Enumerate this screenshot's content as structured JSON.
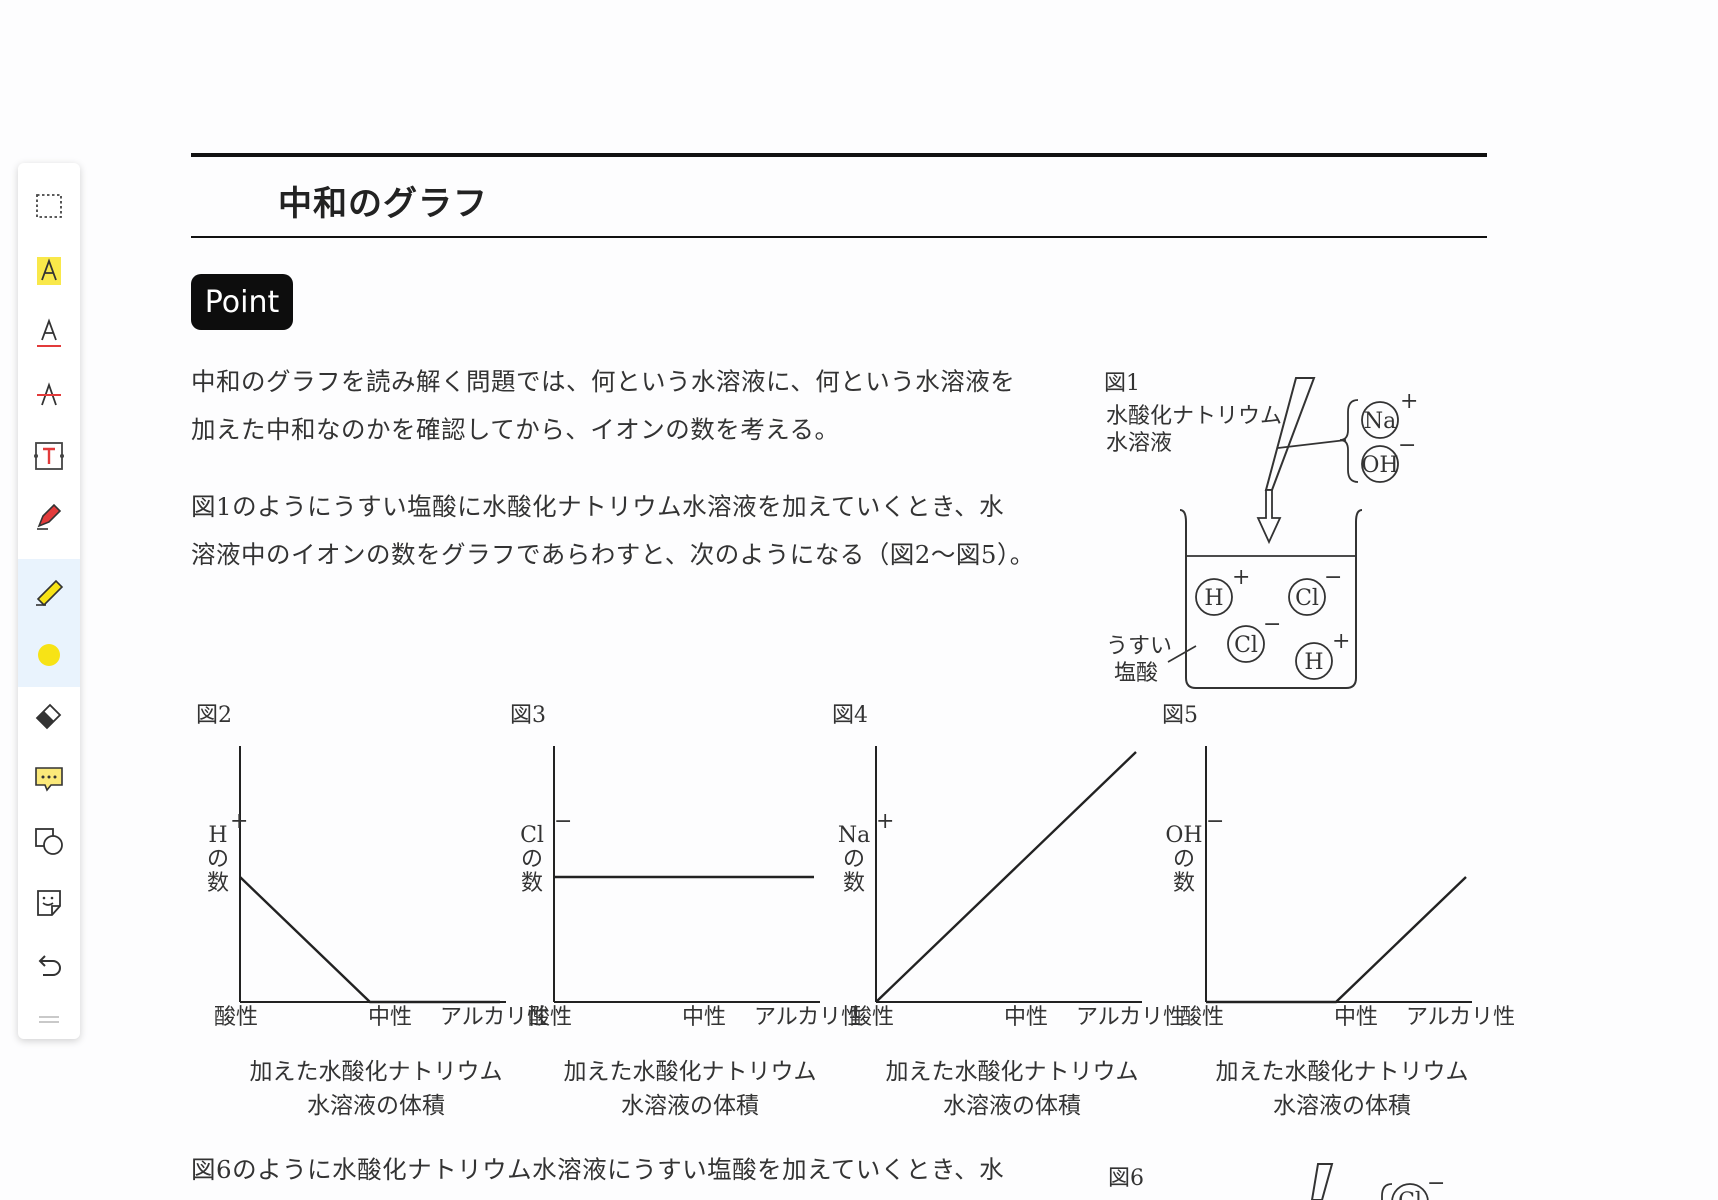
{
  "toolbar": {
    "tools": [
      {
        "name": "selection",
        "icon": "selection-rect-icon"
      },
      {
        "name": "highlight-text",
        "icon": "text-highlight-icon"
      },
      {
        "name": "underline-text",
        "icon": "text-underline-icon"
      },
      {
        "name": "strikethrough-text",
        "icon": "text-strikethrough-icon"
      },
      {
        "name": "text-box",
        "icon": "text-box-icon"
      },
      {
        "name": "pen",
        "icon": "pen-icon"
      },
      {
        "name": "highlighter",
        "icon": "highlighter-icon"
      },
      {
        "name": "color",
        "icon": "color-swatch-icon"
      },
      {
        "name": "eraser",
        "icon": "eraser-icon"
      },
      {
        "name": "comment",
        "icon": "comment-icon"
      },
      {
        "name": "shapes",
        "icon": "shapes-icon"
      },
      {
        "name": "sticker",
        "icon": "sticker-icon"
      },
      {
        "name": "undo",
        "icon": "undo-icon"
      }
    ],
    "active_tool": "highlighter",
    "highlighter_color": "#f7e316",
    "accent_color": "#2c8be8"
  },
  "document": {
    "title": "中和のグラフ",
    "badge": "Point",
    "paragraph1": [
      "中和のグラフを読み解く問題では、何という水溶液に、何という水溶液を",
      "加えた中和なのかを確認してから、イオンの数を考える。"
    ],
    "paragraph2": [
      "図1のようにうすい塩酸に水酸化ナトリウム水溶液を加えていくとき、水",
      "溶液中のイオンの数をグラフであらわすと、次のようになる（図2〜図5）。"
    ],
    "paragraph3": "図6のように水酸化ナトリウム水溶液にうすい塩酸を加えていくとき、水",
    "figure1": {
      "label": "図1",
      "reagent": [
        "水酸化ナトリウム",
        "水溶液"
      ],
      "reagent_ions": [
        "Na",
        "OH"
      ],
      "beaker_label": [
        "うすい",
        "塩酸"
      ],
      "beaker_ions": [
        "H",
        "Cl",
        "Cl",
        "H"
      ],
      "plus": "+",
      "minus": "−"
    },
    "figure6_label": "図6",
    "figure6_ion": "Cl"
  },
  "chart_data": [
    {
      "type": "line",
      "label": "図2",
      "ylabel": [
        "H",
        "+",
        "の",
        "数"
      ],
      "xticks": [
        "酸性",
        "中性",
        "アルカリ性"
      ],
      "xlabel": [
        "加えた水酸化ナトリウム",
        "水溶液の体積"
      ],
      "x": [
        0,
        1,
        2
      ],
      "y": [
        1,
        0,
        0
      ]
    },
    {
      "type": "line",
      "label": "図3",
      "ylabel": [
        "Cl",
        "−",
        "の",
        "数"
      ],
      "xticks": [
        "酸性",
        "中性",
        "アルカリ性"
      ],
      "xlabel": [
        "加えた水酸化ナトリウム",
        "水溶液の体積"
      ],
      "x": [
        0,
        1,
        2
      ],
      "y": [
        1,
        1,
        1
      ]
    },
    {
      "type": "line",
      "label": "図4",
      "ylabel": [
        "Na",
        "+",
        "の",
        "数"
      ],
      "xticks": [
        "酸性",
        "中性",
        "アルカリ性"
      ],
      "xlabel": [
        "加えた水酸化ナトリウム",
        "水溶液の体積"
      ],
      "x": [
        0,
        1,
        2
      ],
      "y": [
        0,
        1,
        2
      ]
    },
    {
      "type": "line",
      "label": "図5",
      "ylabel": [
        "OH",
        "−",
        "の",
        "数"
      ],
      "xticks": [
        "酸性",
        "中性",
        "アルカリ性"
      ],
      "xlabel": [
        "加えた水酸化ナトリウム",
        "水溶液の体積"
      ],
      "x": [
        0,
        1,
        2
      ],
      "y": [
        0,
        0,
        1
      ]
    }
  ]
}
